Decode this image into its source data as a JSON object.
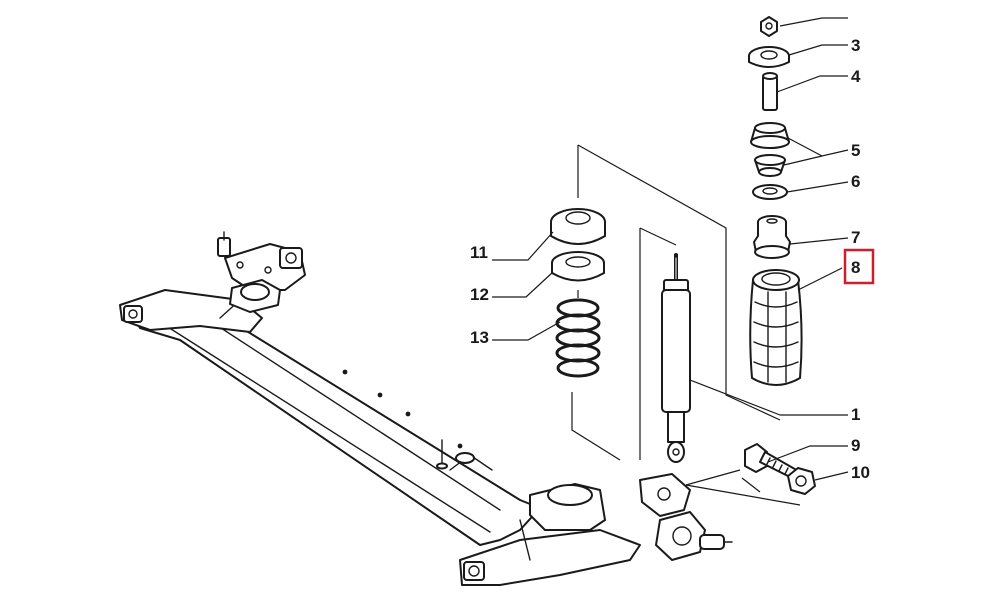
{
  "callouts": [
    {
      "id": "1",
      "text": "1"
    },
    {
      "id": "3",
      "text": "3"
    },
    {
      "id": "4",
      "text": "4"
    },
    {
      "id": "5",
      "text": "5"
    },
    {
      "id": "6",
      "text": "6"
    },
    {
      "id": "7",
      "text": "7"
    },
    {
      "id": "8",
      "text": "8",
      "highlighted": true
    },
    {
      "id": "9",
      "text": "9"
    },
    {
      "id": "10",
      "text": "10"
    },
    {
      "id": "11",
      "text": "11"
    },
    {
      "id": "12",
      "text": "12"
    },
    {
      "id": "13",
      "text": "13"
    }
  ],
  "colors": {
    "line": "#1a1a1a",
    "highlight": "#cc1f2a",
    "background": "#ffffff"
  }
}
